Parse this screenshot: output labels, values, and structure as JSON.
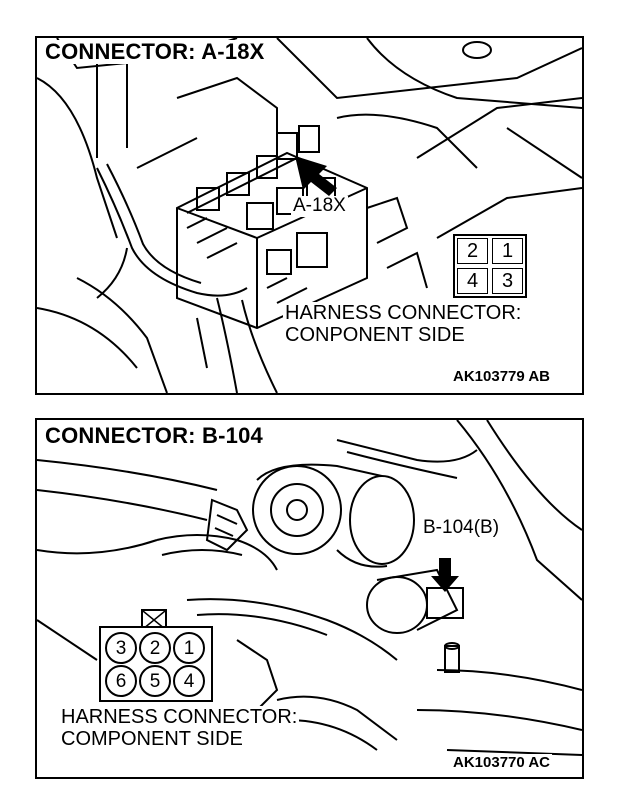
{
  "panels": [
    {
      "title": "CONNECTOR: A-18X",
      "callout": "A-18X",
      "note_line1": "HARNESS CONNECTOR:",
      "note_line2": "CONPONENT SIDE",
      "pins": [
        "2",
        "1",
        "4",
        "3"
      ],
      "code": "AK103779 AB"
    },
    {
      "title": "CONNECTOR: B-104",
      "callout": "B-104(B)",
      "note_line1": "HARNESS CONNECTOR:",
      "note_line2": "COMPONENT SIDE",
      "pins": [
        "3",
        "2",
        "1",
        "6",
        "5",
        "4"
      ],
      "code": "AK103770 AC"
    }
  ]
}
